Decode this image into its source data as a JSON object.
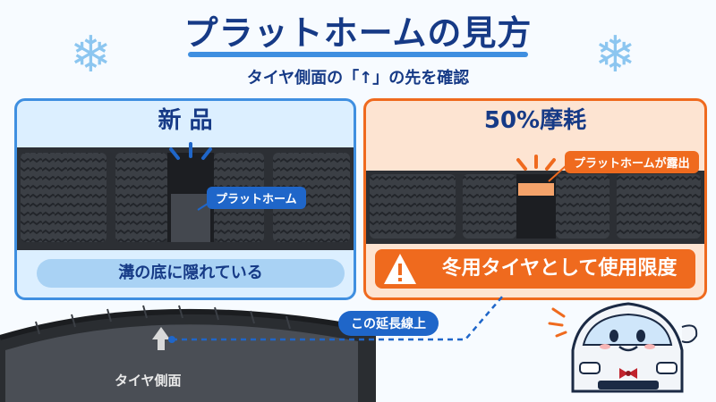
{
  "title": "プラットホームの見方",
  "subtitle": "タイヤ側面の「↑」の先を確認",
  "panels": {
    "new": {
      "heading": "新 品",
      "callout": "プラットホーム",
      "caption": "溝の底に隠れている"
    },
    "worn": {
      "heading": "50%摩耗",
      "callout": "プラットホームが露出",
      "warning": "冬用タイヤとして使用限度"
    }
  },
  "extension_label": "この延長線上",
  "sidewall_label": "タイヤ側面",
  "colors": {
    "navy": "#163a86",
    "blue": "#1f66c9",
    "orange": "#ef6a1e",
    "light_blue": "#dcefff",
    "light_orange": "#fde4d2"
  }
}
